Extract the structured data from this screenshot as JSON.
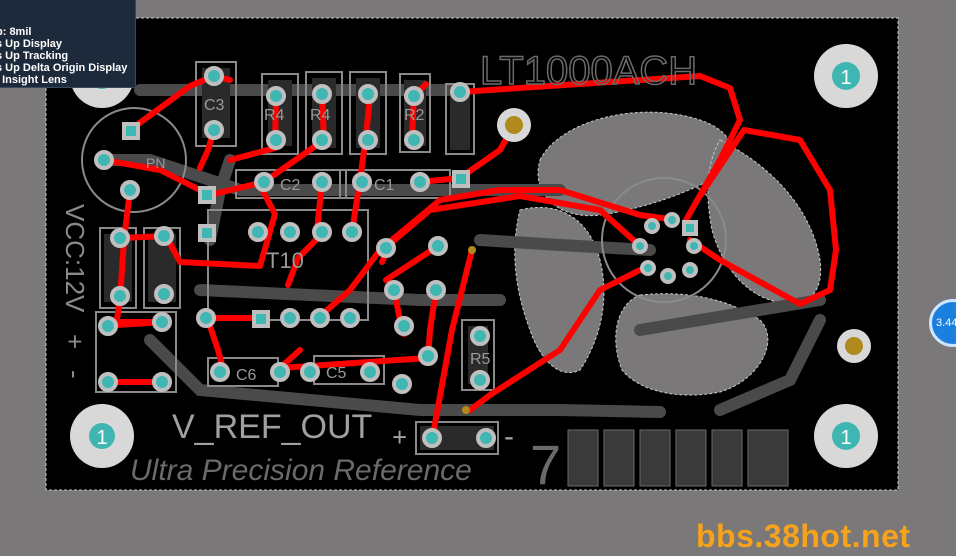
{
  "hud": {
    "lines": [
      "p: 8mil",
      "s Up Display",
      "s Up Tracking",
      "s Up Delta Origin Display",
      "l Insight Lens"
    ]
  },
  "board": {
    "part_number": "LT1000ACH",
    "silk": {
      "vcc": "VCC:12V",
      "plus_left": "+",
      "minus_left": "-",
      "vref": "V_REF_OUT",
      "plus_out": "+",
      "minus_out": "-",
      "tagline": "Ultra Precision Reference",
      "seven": "7"
    },
    "designators": {
      "c3": "C3",
      "r4a": "R4",
      "r4b": "R4",
      "r2": "R2",
      "c2": "C2",
      "c1": "C1",
      "t10": "T10",
      "c6": "C6",
      "c5": "C5",
      "r5": "R5",
      "pn": "PN"
    },
    "mount_hole_label": "1"
  },
  "measure": {
    "value": "3.44"
  },
  "watermark": "bbs.38hot.net",
  "colors": {
    "canvas": "#7a7878",
    "board": "#000000",
    "track": "#ff0000",
    "pad": "#3fb6b1",
    "silk": "#9a9a9a"
  }
}
